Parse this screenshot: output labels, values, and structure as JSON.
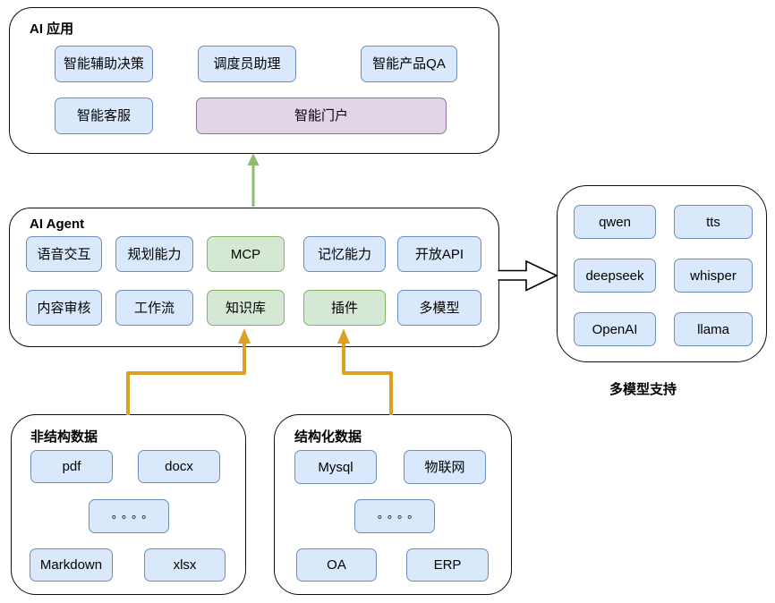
{
  "palette": {
    "blue_fill": "#dae8fc",
    "blue_border": "#6c8ebf",
    "green_fill": "#d5e8d4",
    "green_border": "#82b366",
    "pink_fill": "#e1d5e7",
    "pink_border": "#9673a6",
    "container_border": "#0d0d0d",
    "arrow_orange": "#dca022",
    "arrow_green": "#8cbe6e",
    "hollow_arrow_fill": "#ffffff",
    "hollow_arrow_stroke": "#000000"
  },
  "app": {
    "title": "AI 应用",
    "nodes": [
      "智能辅助决策",
      "调度员助理",
      "智能产品QA",
      "智能客服",
      "智能门户"
    ]
  },
  "agent": {
    "title": "AI Agent",
    "nodes": [
      "语音交互",
      "规划能力",
      "MCP",
      "记忆能力",
      "开放API",
      "内容审核",
      "工作流",
      "知识库",
      "插件",
      "多模型"
    ]
  },
  "models": {
    "caption": "多模型支持",
    "nodes": [
      "qwen",
      "tts",
      "deepseek",
      "whisper",
      "OpenAI",
      "llama"
    ]
  },
  "unstructured": {
    "title": "非结构数据",
    "nodes": [
      "pdf",
      "docx",
      "∘∘∘∘",
      "Markdown",
      "xlsx"
    ]
  },
  "structured": {
    "title": "结构化数据",
    "nodes": [
      "Mysql",
      "物联网",
      "∘∘∘∘",
      "OA",
      "ERP"
    ]
  }
}
